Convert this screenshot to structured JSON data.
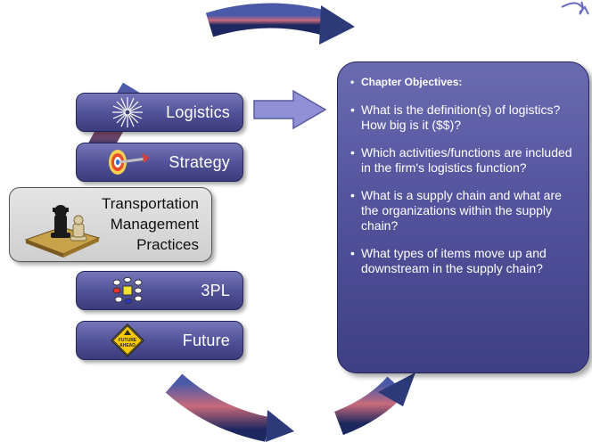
{
  "buttons": {
    "logistics": "Logistics",
    "strategy": "Strategy",
    "transportation": [
      "Transportation",
      "Management",
      "Practices"
    ],
    "third_party": "3PL",
    "future": "Future"
  },
  "future_sign": [
    "FUTURE",
    "AHEAD"
  ],
  "objectives": {
    "heading": "Chapter Objectives:",
    "items": [
      "What is the definition(s) of logistics?  How big is it ($$)?",
      "Which activities/functions are included in the firm's logistics function?",
      "What is a supply chain and what are the organizations within the supply chain?",
      "What types of items move up and downstream in the supply chain?"
    ]
  },
  "colors": {
    "panel": "#5556a0",
    "button": "#4f5096",
    "ring": "#2c3a7a",
    "arrow": "#8f90d6",
    "selected_button": "#d6d6d6"
  },
  "icons": [
    "starburst-icon",
    "target-arrow-icon",
    "chess-pieces-icon",
    "network-nodes-icon",
    "future-ahead-sign-icon",
    "corner-curl-arrow-icon"
  ]
}
